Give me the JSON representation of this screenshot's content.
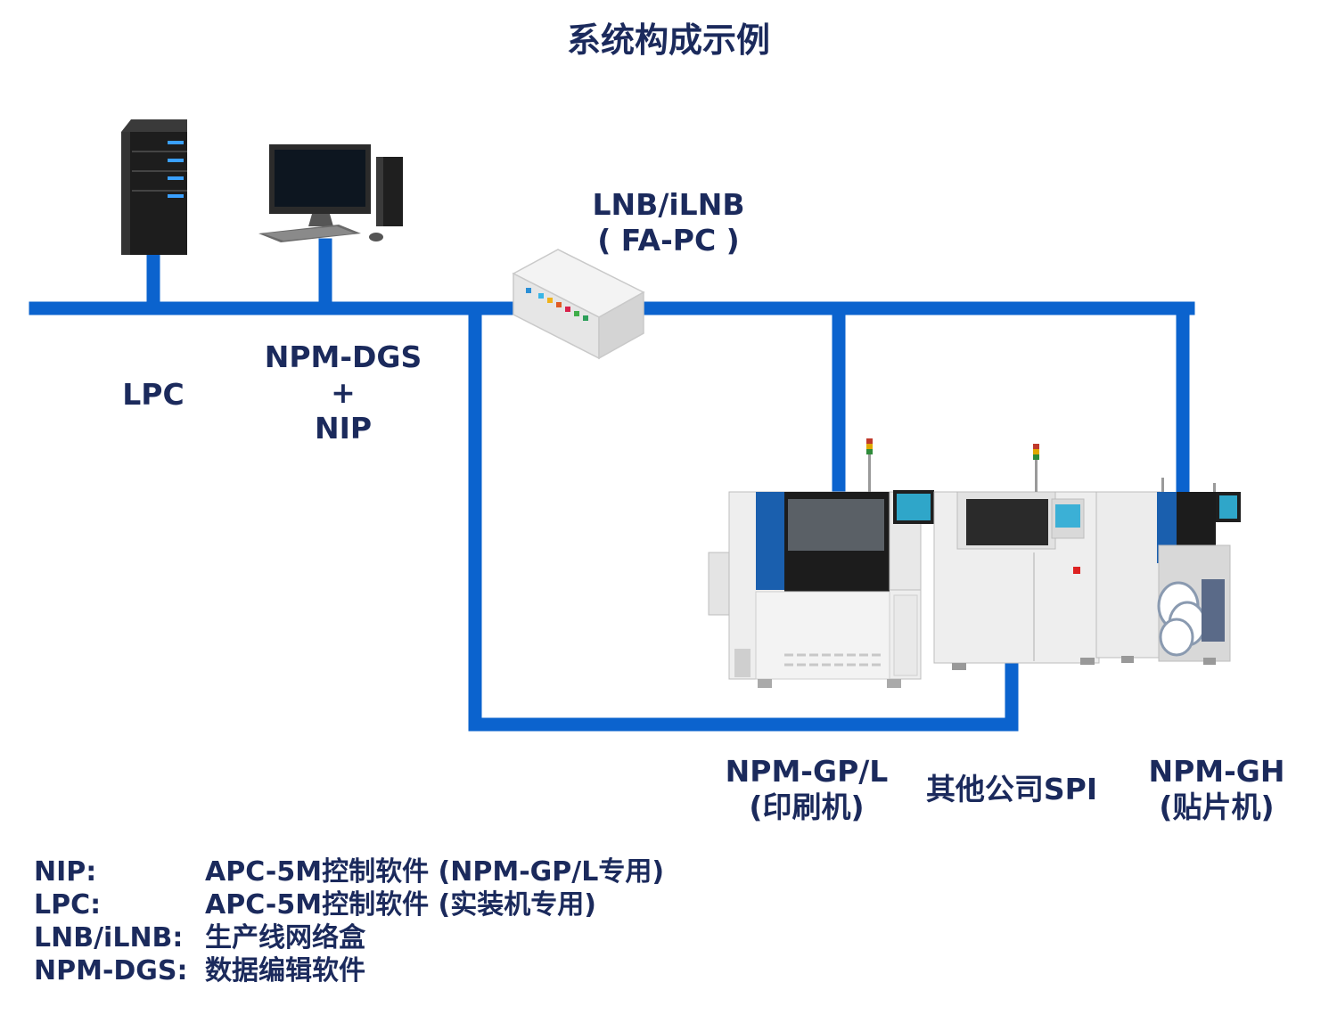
{
  "title": "系统构成示例",
  "nodes": {
    "lpc": "LPC",
    "dgs": [
      "NPM-DGS",
      "+",
      "NIP"
    ],
    "lnb": [
      "LNB/iLNB",
      "( FA-PC )"
    ],
    "gp": [
      "NPM-GP/L",
      "(印刷机)"
    ],
    "spi": "其他公司SPI",
    "gh": [
      "NPM-GH",
      "(贴片机)"
    ]
  },
  "legend": [
    {
      "term": "NIP:",
      "def": "APC-5M控制软件 (NPM-GP/L专用)"
    },
    {
      "term": "LPC:",
      "def": "APC-5M控制软件 (实装机专用)"
    },
    {
      "term": "LNB/iLNB:",
      "def": "生产线网络盒"
    },
    {
      "term": "NPM-DGS:",
      "def": "数据编辑软件"
    }
  ],
  "colors": {
    "network": "#0b63ce",
    "text": "#1b2a5c"
  }
}
